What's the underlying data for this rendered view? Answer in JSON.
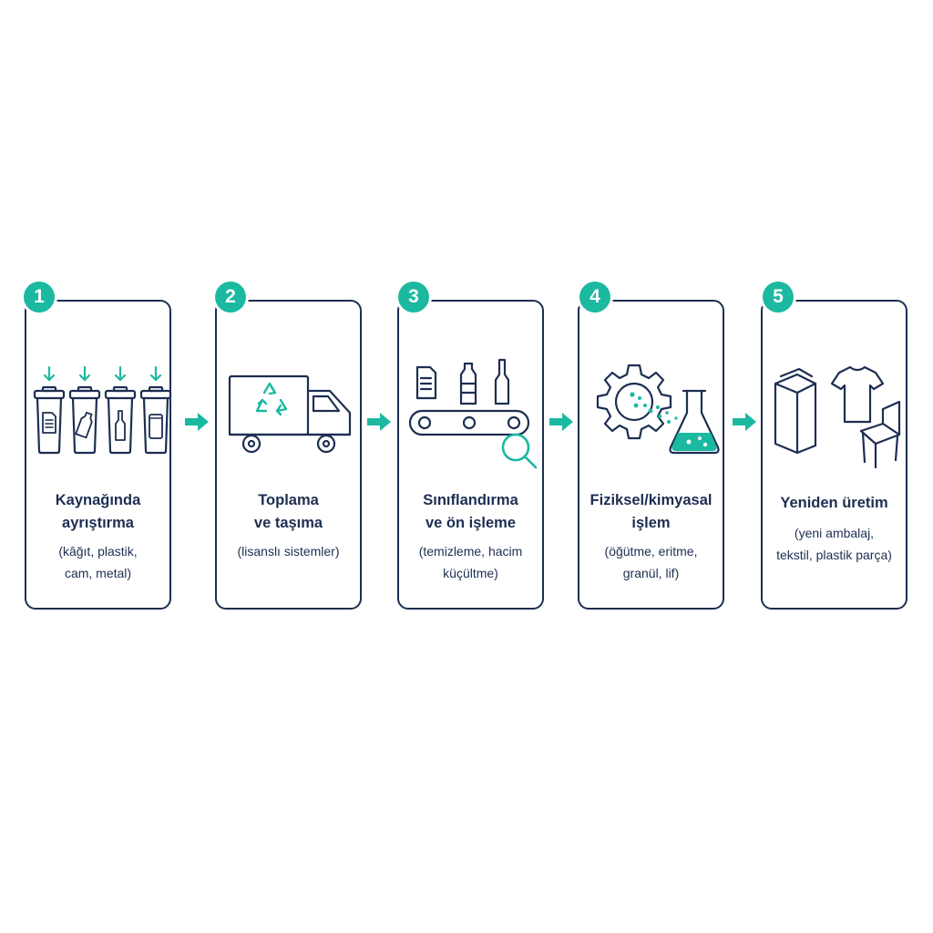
{
  "colors": {
    "navy": "#1d2e52",
    "teal": "#1bb9a0"
  },
  "steps": [
    {
      "number": "1",
      "title": "Kaynağında\nayrıştırma",
      "description": "(kâğıt, plastik,\ncam, metal)",
      "icon": "sorting-bins-icon"
    },
    {
      "number": "2",
      "title": "Toplama\nve taşıma",
      "description": "(lisanslı sistemler)",
      "icon": "recycling-truck-icon"
    },
    {
      "number": "3",
      "title": "Sınıflandırma\nve ön işleme",
      "description": "(temizleme, hacim\nküçültme)",
      "icon": "conveyor-inspection-icon"
    },
    {
      "number": "4",
      "title": "Fiziksel/kimyasal\nişlem",
      "description": "(öğütme, eritme,\ngranül, lif)",
      "icon": "gear-flask-icon"
    },
    {
      "number": "5",
      "title": "Yeniden üretim",
      "description": "(yeni ambalaj,\ntekstil, plastik parça)",
      "icon": "recycled-products-icon"
    }
  ]
}
